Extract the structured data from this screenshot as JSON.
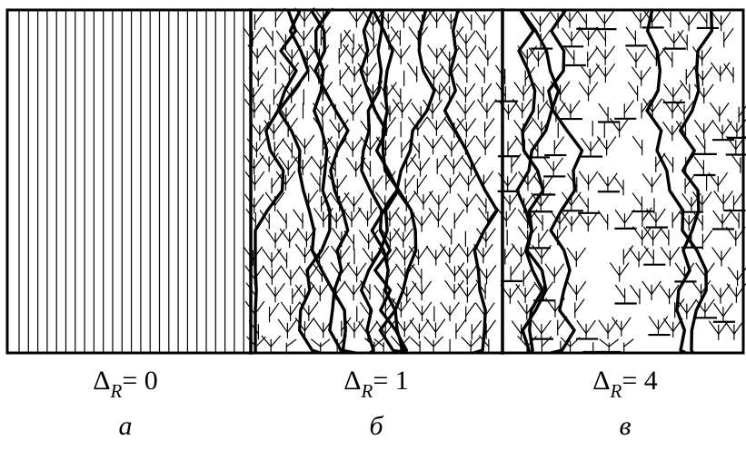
{
  "panels": [
    {
      "id": "a",
      "letter": "а",
      "delta_symbol": "Δ",
      "subscript": "R",
      "value_text": "= 0",
      "pattern": "vertical-lines"
    },
    {
      "id": "b",
      "letter": "б",
      "delta_symbol": "Δ",
      "subscript": "R",
      "value_text": "= 1",
      "pattern": "branching-trees"
    },
    {
      "id": "v",
      "letter": "в",
      "delta_symbol": "Δ",
      "subscript": "R",
      "value_text": "= 4",
      "pattern": "sparse-branching-trees"
    }
  ],
  "colors": {
    "line": "#000000",
    "background": "#ffffff"
  }
}
